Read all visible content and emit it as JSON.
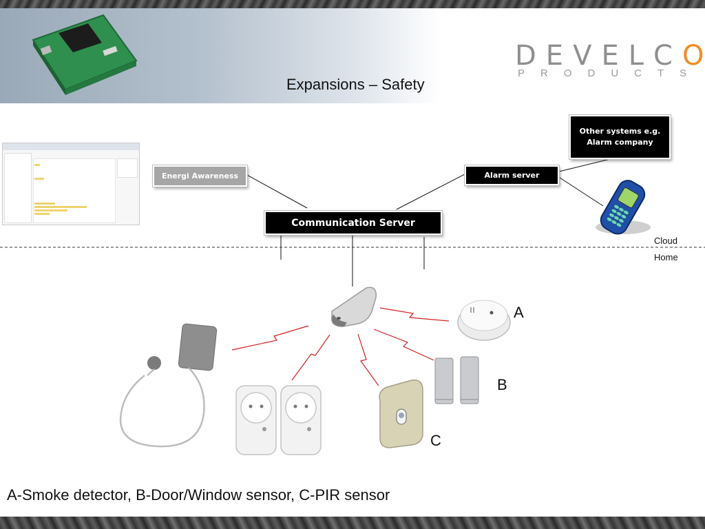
{
  "header": {
    "title": "Expansions – Safety",
    "logo_main": "DEVELC",
    "logo_o": "O",
    "logo_sub": "PRODUCTS"
  },
  "nodes": {
    "energi": "Energi  Awareness",
    "alarm_server": "Alarm server",
    "other_systems": "Other systems e.g. Alarm company",
    "comm_server": "Communication Server"
  },
  "zones": {
    "cloud": "Cloud",
    "home": "Home"
  },
  "device_labels": {
    "a": "A",
    "b": "B",
    "c": "C"
  },
  "caption": "A-Smoke detector, B-Door/Window sensor, C-PIR sensor",
  "colors": {
    "accent_orange": "#f28c28",
    "wireless_link": "#d42020",
    "box_dark": "#000000",
    "box_grey": "#a6a6a6"
  },
  "icons": [
    "circuit-board-icon",
    "screenshot-thumbnail",
    "mobile-phone-icon",
    "gateway-icon",
    "smoke-detector-icon",
    "door-window-sensor-icon",
    "pir-sensor-icon",
    "smart-plug-icon",
    "meter-sensor-icon"
  ]
}
